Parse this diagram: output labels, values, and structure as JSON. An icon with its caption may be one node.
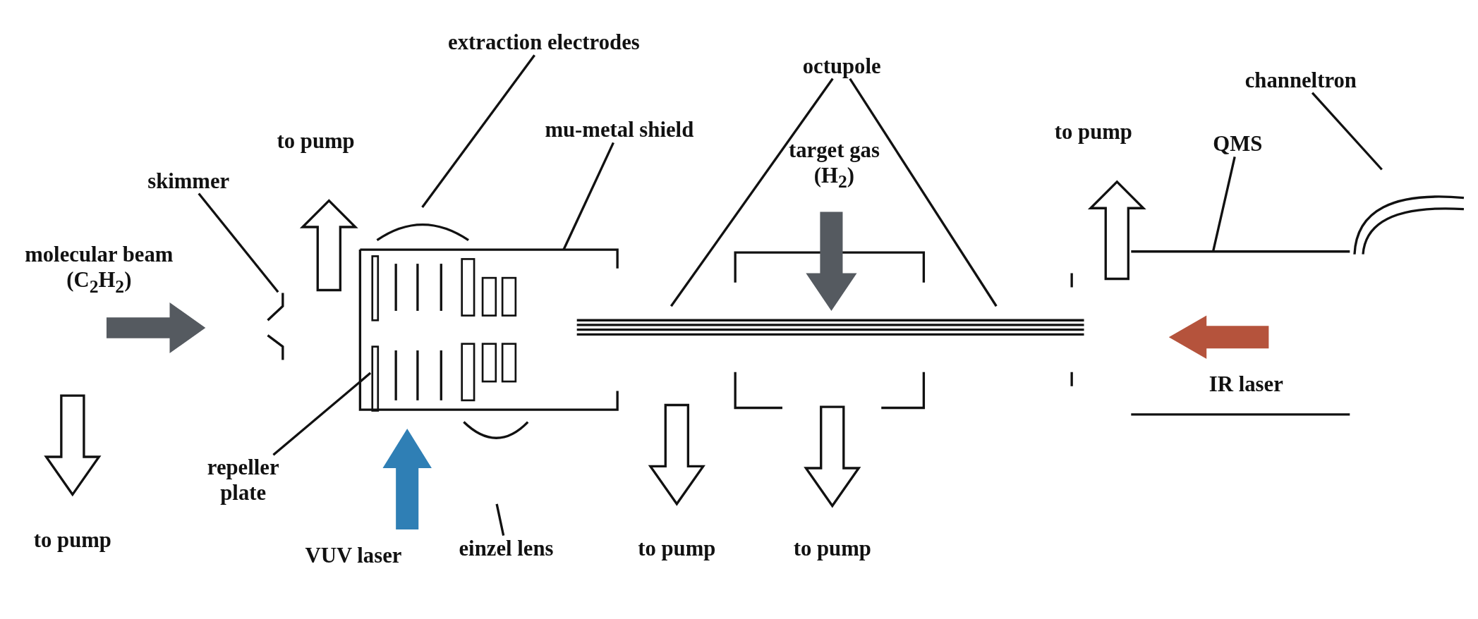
{
  "diagram": {
    "nodes": [
      {
        "text": [
          "extraction electrodes"
        ]
      },
      {
        "text": [
          "octupole"
        ]
      },
      {
        "text": [
          "channeltron"
        ]
      },
      {
        "text": [
          "mu-metal shield"
        ]
      },
      {
        "text": [
          "QMS"
        ]
      },
      {
        "text": [
          "skimmer"
        ]
      },
      {
        "text": [
          "repeller plate"
        ]
      },
      {
        "text": [
          "einzel lens"
        ]
      }
    ],
    "edges": [
      {
        "from": 0,
        "to": null,
        "arrow": "none"
      },
      {
        "from": 1,
        "to": null,
        "arrow": "none"
      },
      {
        "from": 1,
        "to": null,
        "arrow": "none"
      },
      {
        "from": 2,
        "to": null,
        "arrow": "none"
      },
      {
        "from": 3,
        "to": null,
        "arrow": "none"
      },
      {
        "from": 4,
        "to": null,
        "arrow": "none"
      },
      {
        "from": 5,
        "to": null,
        "arrow": "none"
      },
      {
        "from": 6,
        "to": null,
        "arrow": "none"
      },
      {
        "from": 7,
        "to": null,
        "arrow": "none"
      }
    ],
    "labels": [
      "to pump",
      "to pump",
      "target gas (H$_{2}$)",
      "molecular beam (C$_{2}$H$_{2}$)",
      "IR laser",
      "to pump",
      "to pump",
      "to pump",
      "VUV laser"
    ]
  }
}
